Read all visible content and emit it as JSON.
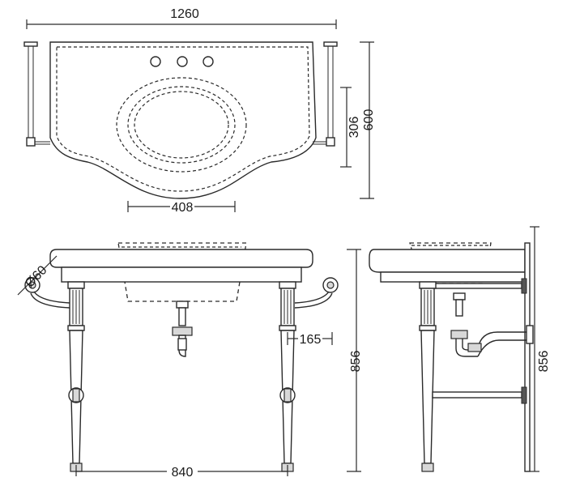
{
  "dimensions": {
    "overall_width": "1260",
    "overall_depth": "600",
    "basin_depth": "306",
    "basin_width": "408",
    "towel_rail_diameter": "Ø60",
    "leg_offset": "165",
    "front_height": "856",
    "side_height": "856",
    "leg_spacing": "840"
  },
  "colors": {
    "line": "#2a2a2a",
    "background": "#ffffff",
    "fill_grey": "#d8d8d8"
  }
}
